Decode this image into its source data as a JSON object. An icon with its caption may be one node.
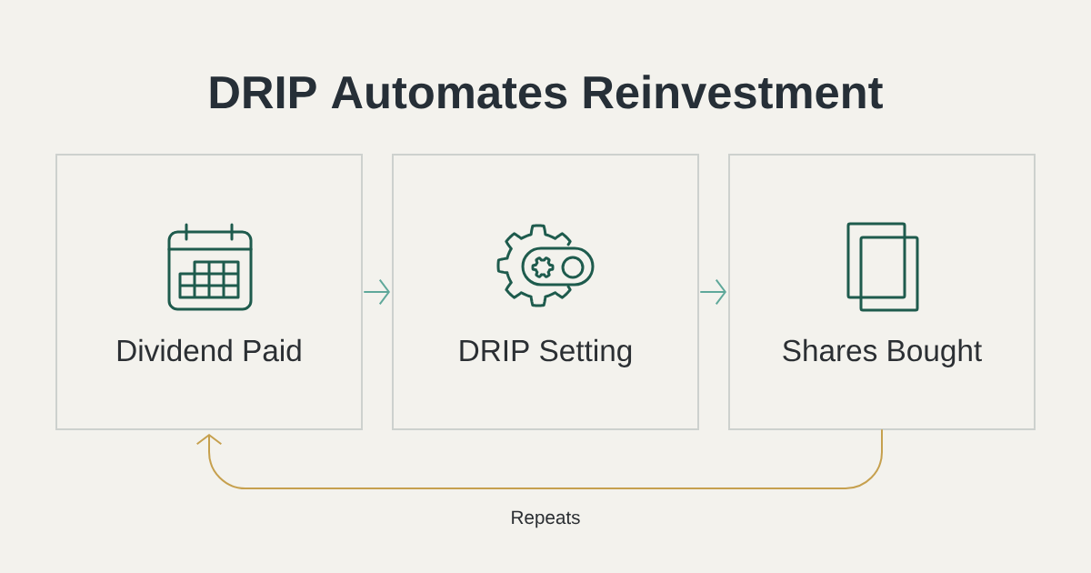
{
  "diagram": {
    "title": "DRIP Automates Reinvestment",
    "nodes": [
      {
        "text": [
          "Dividend Paid"
        ]
      },
      {
        "text": [
          "DRIP Setting"
        ]
      },
      {
        "text": [
          "Shares Bought"
        ]
      }
    ],
    "edges": [
      {
        "from": 0,
        "to": 1,
        "arrow": "to"
      },
      {
        "from": 1,
        "to": 2,
        "arrow": "to"
      },
      {
        "from": 2,
        "to": 0,
        "arrow": "to",
        "label": "Repeats",
        "color": "#c6a04e"
      }
    ]
  }
}
